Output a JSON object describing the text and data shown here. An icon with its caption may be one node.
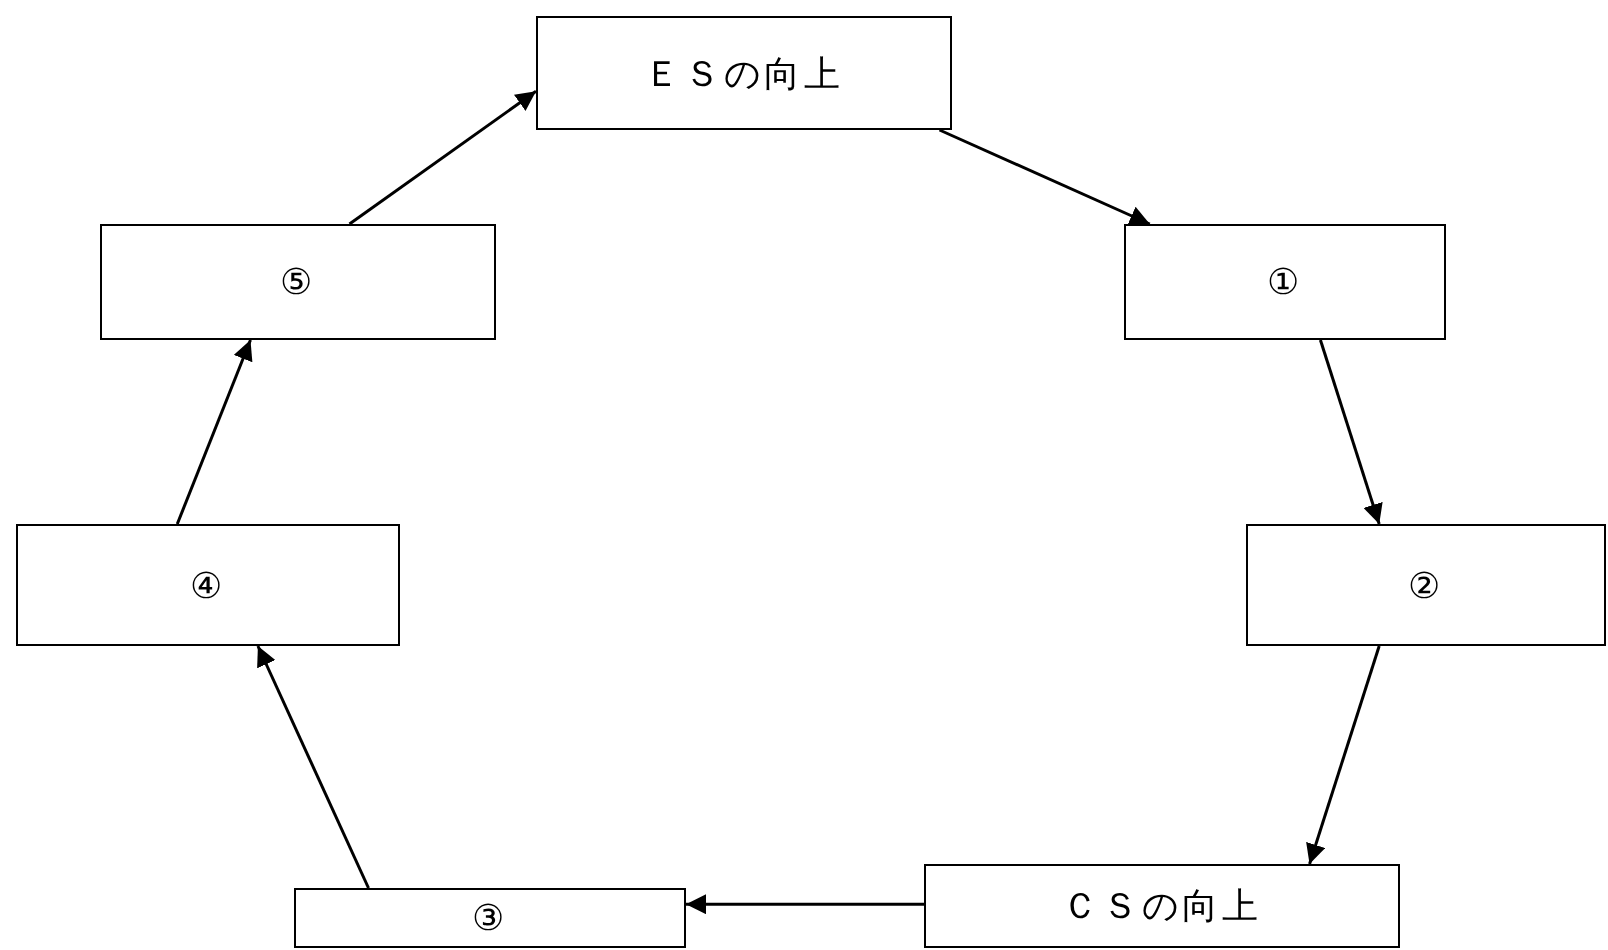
{
  "diagram": {
    "nodes": [
      {
        "text": [
          "ＥＳの向上"
        ]
      },
      {
        "text": [
          "①"
        ]
      },
      {
        "text": [
          "②"
        ]
      },
      {
        "text": [
          "ＣＳの向上"
        ]
      },
      {
        "text": [
          "③"
        ]
      },
      {
        "text": [
          "④"
        ]
      },
      {
        "text": [
          "⑤"
        ]
      }
    ],
    "edges": [
      {
        "from": 0,
        "to": 1,
        "arrow": "to"
      },
      {
        "from": 1,
        "to": 2,
        "arrow": "to"
      },
      {
        "from": 2,
        "to": 3,
        "arrow": "to"
      },
      {
        "from": 3,
        "to": 4,
        "arrow": "to"
      },
      {
        "from": 4,
        "to": 5,
        "arrow": "to"
      },
      {
        "from": 5,
        "to": 6,
        "arrow": "to"
      },
      {
        "from": 6,
        "to": 0,
        "arrow": "to"
      }
    ]
  }
}
